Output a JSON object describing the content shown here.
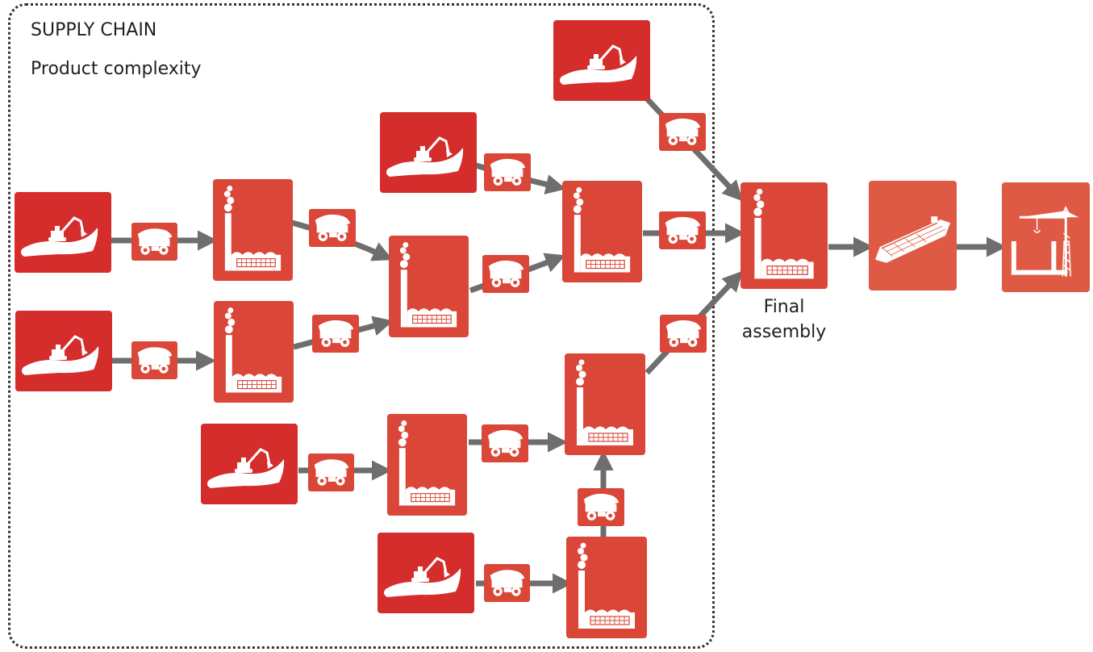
{
  "diagram": {
    "title": "SUPPLY CHAIN",
    "subtitle": "Product complexity",
    "final_label_lines": [
      "Final",
      "assembly"
    ]
  },
  "icons": {
    "mine": "excavator-mining-icon",
    "factory": "factory-icon",
    "truck": "dump-truck-icon",
    "ship": "cargo-ship-icon",
    "port": "port-crane-icon"
  },
  "colors": {
    "mine_red": "#d52c2c",
    "factory_red": "#da4637",
    "logistics_red": "#de5a45",
    "arrow_gray": "#6e6e6e",
    "frame_border": "#333333"
  }
}
